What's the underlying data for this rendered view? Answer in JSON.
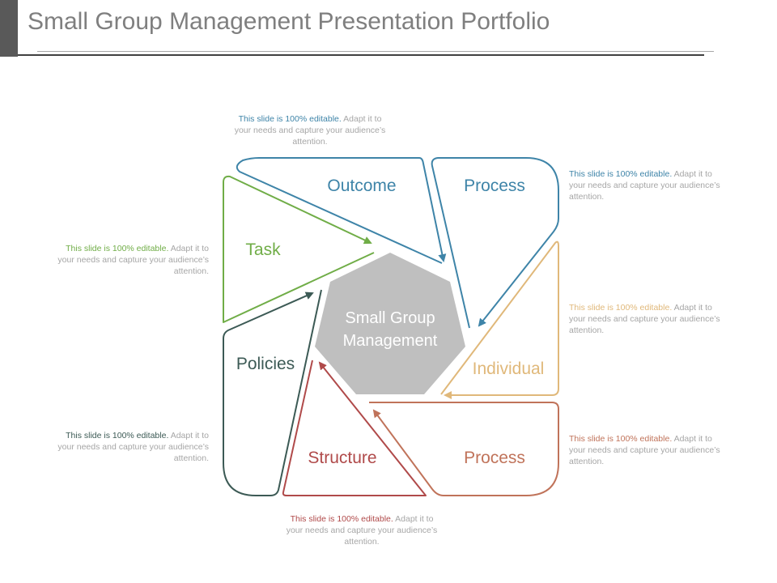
{
  "title": "Small Group Management Presentation Portfolio",
  "center": {
    "line1": "Small Group",
    "line2": "Management",
    "color": "#bfbfbf"
  },
  "segments": [
    {
      "label": "Outcome",
      "color": "#3e84a8"
    },
    {
      "label": "Process",
      "color": "#3e84a8"
    },
    {
      "label": "Task",
      "color": "#70ad47"
    },
    {
      "label": "Individual",
      "color": "#e0b87a"
    },
    {
      "label": "Policies",
      "color": "#3c5a55"
    },
    {
      "label": "Structure",
      "color": "#b04a4a"
    },
    {
      "label": "Process",
      "color": "#c0735a"
    }
  ],
  "notes": [
    {
      "strong": "This slide is 100% editable.",
      "rest": " Adapt it to your needs and capture your audience’s attention.",
      "color": "#3e84a8"
    },
    {
      "strong": "This slide is 100% editable.",
      "rest": " Adapt it to your needs and capture your audience’s attention.",
      "color": "#3e84a8"
    },
    {
      "strong": "This slide is 100% editable.",
      "rest": " Adapt it to your needs and capture your audience’s attention.",
      "color": "#70ad47"
    },
    {
      "strong": "This slide is 100% editable.",
      "rest": " Adapt it to your needs and capture your audience’s attention.",
      "color": "#e0b87a"
    },
    {
      "strong": "This slide is 100% editable.",
      "rest": " Adapt it to your needs and capture your audience’s attention.",
      "color": "#3c5a55"
    },
    {
      "strong": "This slide is 100% editable.",
      "rest": " Adapt it to your needs and capture your audience’s attention.",
      "color": "#c0735a"
    },
    {
      "strong": "This slide is 100% editable.",
      "rest": " Adapt it to your needs and capture your audience’s attention.",
      "color": "#b04a4a"
    }
  ]
}
